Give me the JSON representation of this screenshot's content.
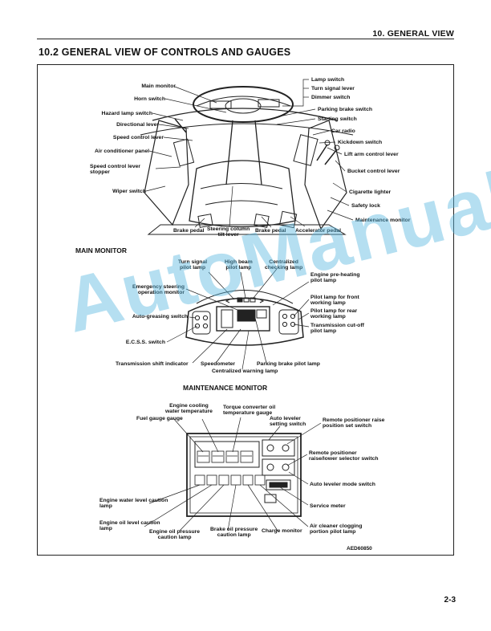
{
  "header": {
    "chapter": "10. GENERAL VIEW"
  },
  "section": {
    "title": "10.2   GENERAL VIEW OF CONTROLS AND GAUGES"
  },
  "cab_labels": {
    "main_monitor": "Main monitor",
    "horn_switch": "Horn switch",
    "hazard_lamp_switch": "Hazard lamp switch",
    "directional_lever": "Directional lever",
    "speed_control_lever": "Speed control lever",
    "air_conditioner_panel": "Air conditioner panel",
    "speed_control_lever_stopper_1": "Speed control lever",
    "speed_control_lever_stopper_2": "stopper",
    "wiper_switch": "Wiper switch",
    "lamp_switch": "Lamp switch",
    "turn_signal_lever": "Turn signal lever",
    "dimmer_switch": "Dimmer switch",
    "parking_brake_switch": "Parking brake switch",
    "starting_switch": "Starting switch",
    "car_radio": "Car radio",
    "kickdown_switch": "Kickdown switch",
    "lift_arm_control_lever": "Lift arm control lever",
    "bucket_control_lever": "Bucket control lever",
    "cigarette_lighter": "Cigarette lighter",
    "safety_lock": "Safety lock",
    "maintenance_monitor": "Maintenance monitor",
    "brake_pedal_left": "Brake pedal",
    "steering_column_tilt_1": "Steering column",
    "steering_column_tilt_2": "tilt lever",
    "brake_pedal_right": "Brake pedal",
    "accelerator_pedal": "Accelerator pedal"
  },
  "main_monitor": {
    "title": "MAIN MONITOR",
    "turn_signal_1": "Turn signal",
    "turn_signal_2": "pilot lamp",
    "high_beam_1": "High beam",
    "high_beam_2": "pilot lamp",
    "centralized_checking_1": "Centralized",
    "centralized_checking_2": "checking lamp",
    "engine_preheating_1": "Engine pre-heating",
    "engine_preheating_2": "pilot lamp",
    "emergency_steering_1": "Emergency steering",
    "emergency_steering_2": "operation monitor",
    "auto_greasing": "Auto-greasing switch",
    "ecss": "E.C.S.S. switch",
    "pilot_front_1": "Pilot lamp for front",
    "pilot_front_2": "working lamp",
    "pilot_rear_1": "Pilot lamp for rear",
    "pilot_rear_2": "working lamp",
    "trans_cutoff_1": "Transmission cut-off",
    "trans_cutoff_2": "pilot lamp",
    "trans_shift": "Transmission shift indicator",
    "speedometer": "Speedometer",
    "parking_brake_pilot": "Parking brake pilot lamp",
    "centralized_warning": "Centralized warning lamp"
  },
  "maintenance_monitor": {
    "title": "MAINTENANCE MONITOR",
    "coolant_1": "Engine cooling",
    "coolant_2": "water temperature",
    "coolant_3": "gauge",
    "fuel_gauge": "Fuel gauge",
    "torque_1": "Torque converter oil",
    "torque_2": "temperature gauge",
    "auto_leveler_setting_1": "Auto leveler",
    "auto_leveler_setting_2": "setting switch",
    "remote_raise_1": "Remote positioner raise",
    "remote_raise_2": "position set switch",
    "remote_selector_1": "Remote positioner",
    "remote_selector_2": "raise/lower selector switch",
    "auto_leveler_mode": "Auto leveler mode switch",
    "service_meter": "Service meter",
    "water_level_1": "Engine water level caution",
    "water_level_2": "lamp",
    "oil_level_1": "Engine oil level caution",
    "oil_level_2": "lamp",
    "oil_pressure_1": "Engine oil pressure",
    "oil_pressure_2": "caution lamp",
    "brake_oil_1": "Brake oil pressure",
    "brake_oil_2": "caution lamp",
    "charge_monitor": "Charge monitor",
    "air_cleaner_1": "Air cleaner clogging",
    "air_cleaner_2": "portion pilot lamp",
    "figure_code": "AED60850"
  },
  "watermark": "AutoManual",
  "footer": {
    "page_number": "2-3"
  }
}
